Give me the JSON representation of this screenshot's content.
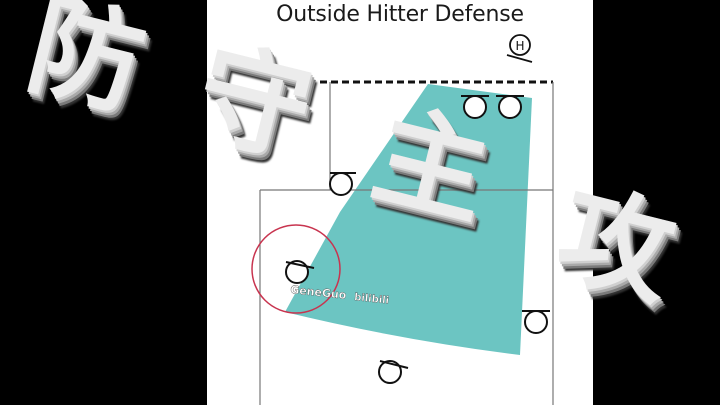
{
  "diagram": {
    "title": "Outside Hitter Defense",
    "hitter_label": "H",
    "watermark": "GeneGuo",
    "watermark_brand": "bilibili",
    "colors": {
      "court_background": "#ffffff",
      "page_background": "#000000",
      "coverage_zone": "#6cc5c2",
      "court_lines": "#777777",
      "player_stroke": "#111111",
      "highlight_ring": "#c8344f"
    }
  },
  "overlay": {
    "caption_chars": [
      "防",
      "守",
      "主",
      "攻"
    ]
  }
}
